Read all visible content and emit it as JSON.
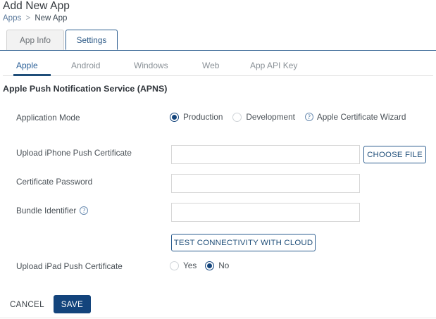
{
  "header": {
    "title": "Add New App",
    "breadcrumb": {
      "root": "Apps",
      "separator": ">",
      "current": "New App"
    }
  },
  "tabs": {
    "items": [
      {
        "label": "App Info",
        "active": false
      },
      {
        "label": "Settings",
        "active": true
      }
    ]
  },
  "subtabs": {
    "items": [
      {
        "label": "Apple",
        "active": true
      },
      {
        "label": "Android",
        "active": false
      },
      {
        "label": "Windows",
        "active": false
      },
      {
        "label": "Web",
        "active": false
      },
      {
        "label": "App API Key",
        "active": false
      }
    ]
  },
  "section": {
    "title": "Apple Push Notification Service (APNS)"
  },
  "form": {
    "application_mode": {
      "label": "Application Mode",
      "options": [
        {
          "label": "Production",
          "selected": true
        },
        {
          "label": "Development",
          "selected": false
        }
      ],
      "wizard_link": "Apple Certificate Wizard",
      "wizard_icon": "help-circle-icon"
    },
    "iphone_certificate": {
      "label": "Upload iPhone Push Certificate",
      "value": "",
      "placeholder": "",
      "button": "CHOOSE FILE"
    },
    "certificate_password": {
      "label": "Certificate Password",
      "value": "",
      "placeholder": ""
    },
    "bundle_identifier": {
      "label": "Bundle Identifier",
      "value": "",
      "placeholder": "",
      "help_icon": "help-circle-icon"
    },
    "test_connectivity": {
      "button": "TEST CONNECTIVITY WITH CLOUD"
    },
    "ipad_certificate": {
      "label": "Upload iPad Push Certificate",
      "options": [
        {
          "label": "Yes",
          "selected": false
        },
        {
          "label": "No",
          "selected": true
        }
      ]
    }
  },
  "footer": {
    "cancel_label": "CANCEL",
    "save_label": "SAVE"
  },
  "colors": {
    "accent_navy": "#13447c",
    "tab_blue": "#2c5d8f",
    "link_blue": "#5b7a9c",
    "muted_gray": "#8a9197"
  }
}
